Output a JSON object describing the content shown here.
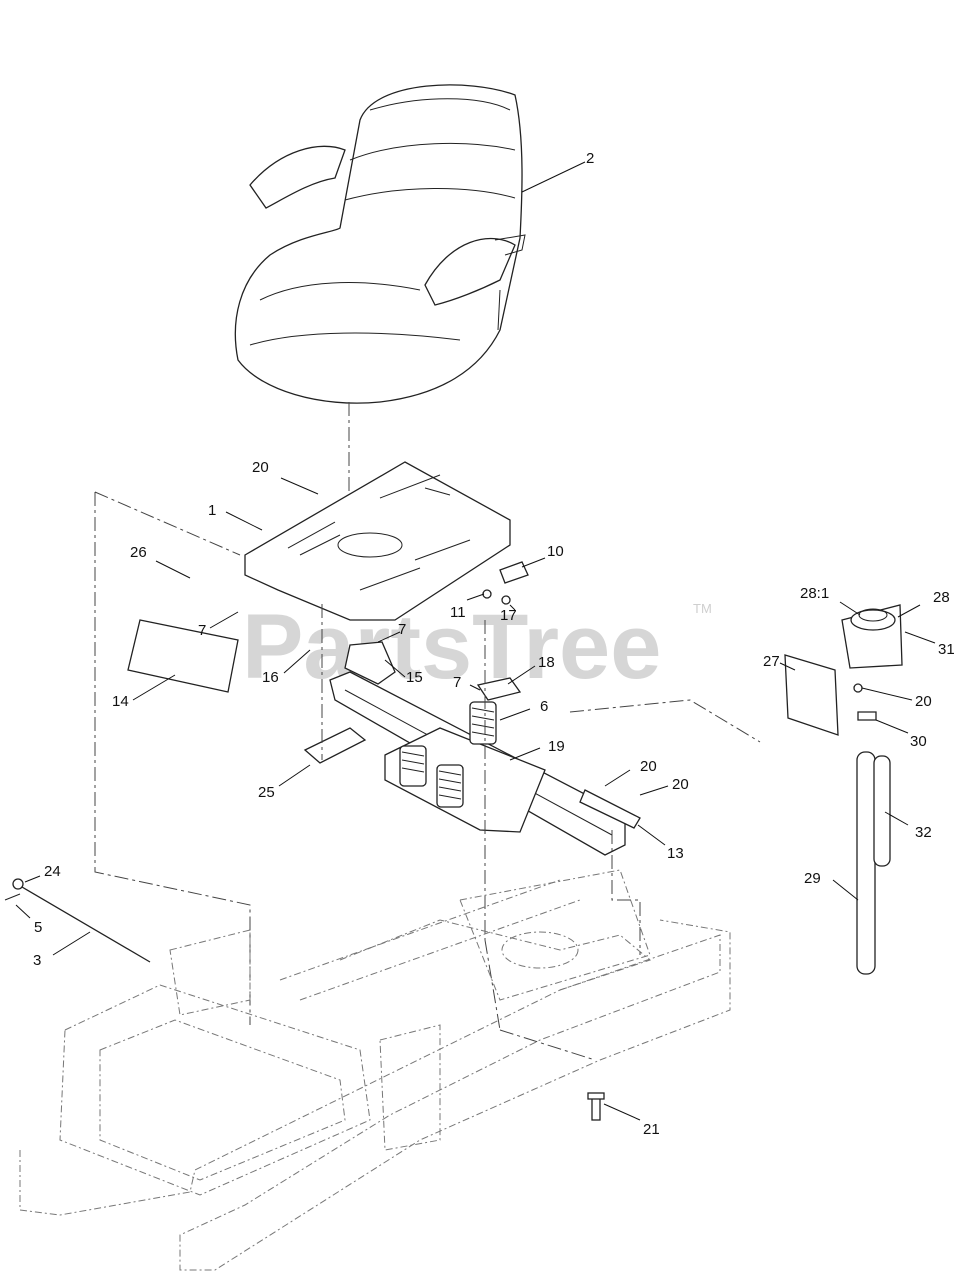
{
  "watermark": {
    "text": "PartsTree",
    "trademark": "TM"
  },
  "callouts": {
    "c1": "1",
    "c2": "2",
    "c3": "3",
    "c5": "5",
    "c6": "6",
    "c7a": "7",
    "c7b": "7",
    "c7c": "7",
    "c10": "10",
    "c11": "11",
    "c13": "13",
    "c14": "14",
    "c15": "15",
    "c16": "16",
    "c17": "17",
    "c18": "18",
    "c19": "19",
    "c20a": "20",
    "c20b": "20",
    "c20c": "20",
    "c20d": "20",
    "c21": "21",
    "c24": "24",
    "c25": "25",
    "c26": "26",
    "c27": "27",
    "c28": "28",
    "c28_1": "28:1",
    "c29": "29",
    "c30": "30",
    "c31": "31",
    "c32": "32"
  }
}
